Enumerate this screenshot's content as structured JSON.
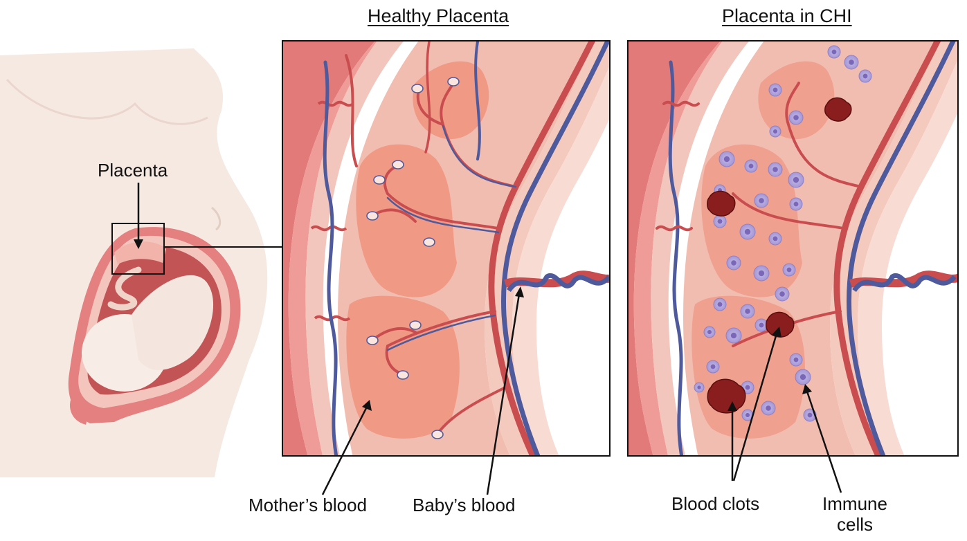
{
  "titles": {
    "healthy": "Healthy Placenta",
    "chi": "Placenta in CHI"
  },
  "labels": {
    "placenta": "Placenta",
    "mothers_blood": "Mother’s blood",
    "babys_blood": "Baby’s blood",
    "blood_clots": "Blood clots",
    "immune_cells_line1": "Immune",
    "immune_cells_line2": "cells"
  },
  "colors": {
    "skin": "#f6e8e0",
    "uterus_wall": "#e2787a",
    "placenta_tissue": "#f4a596",
    "villus_space": "#f0c4b8",
    "artery": "#c94d4f",
    "vein": "#4f5a9c",
    "immune_cell": "#9c8fd1",
    "clot": "#8a1e1e"
  }
}
